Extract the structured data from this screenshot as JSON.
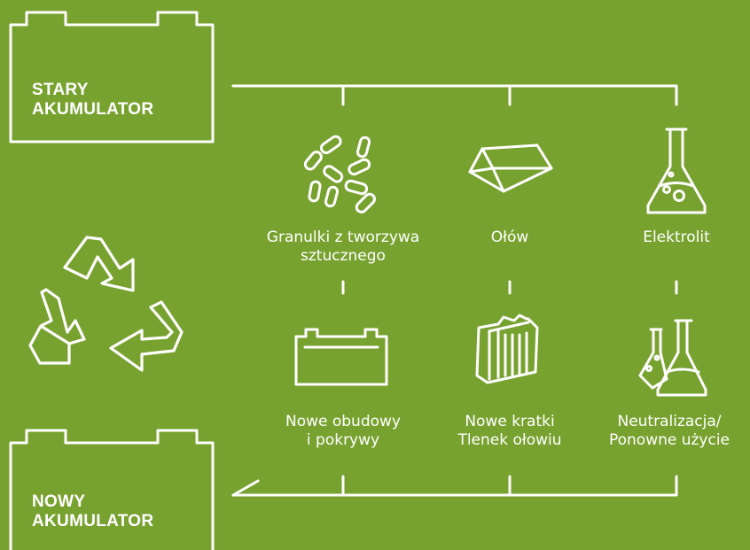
{
  "colors": {
    "background": "#78a22f",
    "stroke": "#ffffff"
  },
  "old_battery": {
    "line1": "STARY",
    "line2": "AKUMULATOR",
    "icon": "battery-outline-icon"
  },
  "new_battery": {
    "line1": "NOWY",
    "line2": "AKUMULATOR",
    "icon": "battery-outline-icon"
  },
  "recycle": {
    "icon": "recycle-arrows-icon"
  },
  "materials": [
    {
      "label_line1": "Granulki z tworzywa",
      "label_line2": "sztucznego",
      "icon": "plastic-pellets-icon"
    },
    {
      "label_line1": "Ołów",
      "label_line2": "",
      "icon": "lead-ingot-icon"
    },
    {
      "label_line1": "Elektrolit",
      "label_line2": "",
      "icon": "flask-icon"
    }
  ],
  "products": [
    {
      "label_line1": "Nowe obudowy",
      "label_line2": "i pokrywy",
      "icon": "battery-case-icon"
    },
    {
      "label_line1": "Nowe kratki",
      "label_line2": "Tlenek ołowiu",
      "icon": "battery-grid-icon"
    },
    {
      "label_line1": "Neutralizacja/",
      "label_line2": "Ponowne użycie",
      "icon": "lab-glassware-icon"
    }
  ]
}
